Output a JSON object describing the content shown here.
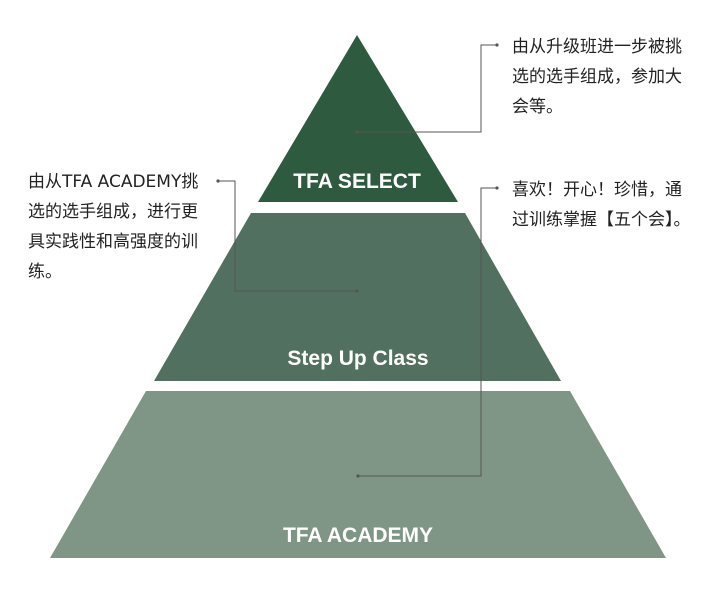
{
  "tiers": {
    "select": "TFA SELECT",
    "stepup": "Step Up Class",
    "academy": "TFA ACADEMY"
  },
  "annotations": {
    "select": "由从升级班进一步被挑选的选手组成，参加大会等。",
    "academy": "由从TFA ACADEMY挑选的选手组成，进行更具实践性和高强度的训练。",
    "stepup": "喜欢！开心！珍惜，通过训练掌握【五个会】。"
  },
  "colors": {
    "select": "#2e5a40",
    "stepup": "#51705f",
    "academy": "#7f9686",
    "connector": "#555555"
  }
}
